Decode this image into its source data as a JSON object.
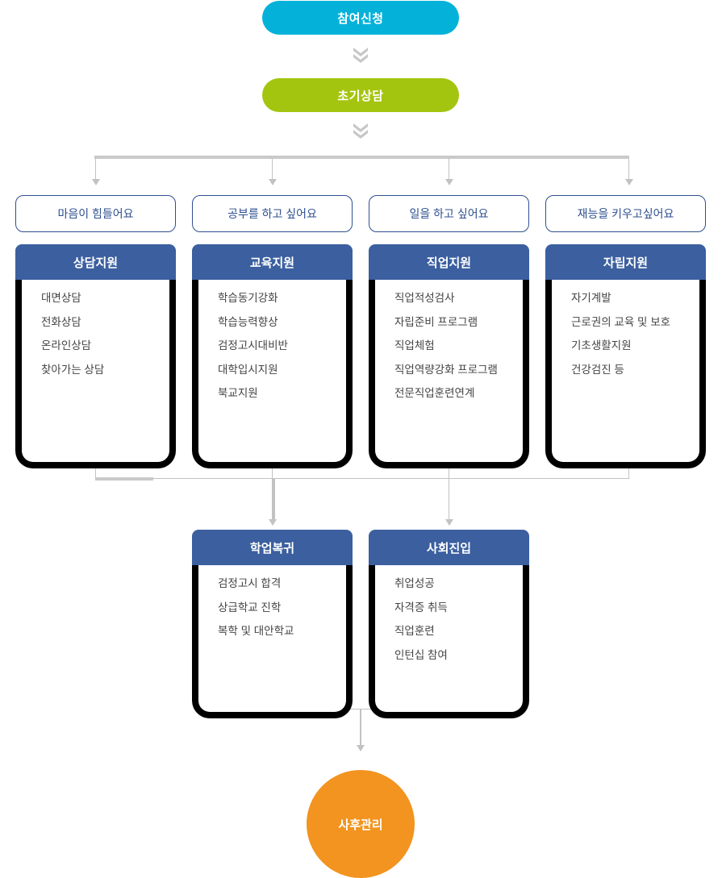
{
  "flow": {
    "entry_steps": [
      {
        "id": "apply",
        "label": "참여신청",
        "color": "#04b2d9"
      },
      {
        "id": "intake",
        "label": "초기상담",
        "color": "#a3c50f"
      }
    ],
    "choices": [
      {
        "id": "choice-emotional",
        "label": "마음이 힘들어요"
      },
      {
        "id": "choice-study",
        "label": "공부를 하고 싶어요"
      },
      {
        "id": "choice-work",
        "label": "일을 하고 싶어요"
      },
      {
        "id": "choice-talent",
        "label": "재능을 키우고싶어요"
      }
    ],
    "categories": [
      {
        "id": "counsel-support",
        "title": "상담지원",
        "items": [
          "대면상담",
          "전화상담",
          "온라인상담",
          "찾아가는 상담"
        ]
      },
      {
        "id": "education-support",
        "title": "교육지원",
        "items": [
          "학습동기강화",
          "학습능력향상",
          "검정고시대비반",
          "대학입시지원",
          "북교지원"
        ]
      },
      {
        "id": "job-support",
        "title": "직업지원",
        "items": [
          "직업적성검사",
          "자립준비 프로그램",
          "직업체험",
          "직업역량강화 프로그램",
          "전문직업훈련연계"
        ]
      },
      {
        "id": "independence-support",
        "title": "자립지원",
        "items": [
          "자기계발",
          "근로권의 교육 및 보호",
          "기초생활지원",
          "건강검진 등"
        ]
      }
    ],
    "outcomes": [
      {
        "id": "return-to-school",
        "title": "학업복귀",
        "items": [
          "검정고시 합격",
          "상급학교 진학",
          "복학 및 대안학교"
        ]
      },
      {
        "id": "social-entry",
        "title": "사회진입",
        "items": [
          "취업성공",
          "자격증 취득",
          "직업훈련",
          "인턴십 참여"
        ]
      }
    ],
    "final_step": {
      "id": "followup",
      "label": "사후관리",
      "color": "#f2941f"
    }
  },
  "theme": {
    "cyan": "#04b2d9",
    "green": "#a3c50f",
    "blue": "#3b5f9f",
    "orange": "#f2941f",
    "connector": "#c2c2c2",
    "choice_border": "#2e4f8f",
    "card_outline": "#000000"
  },
  "icons": {
    "chevron_double_down": "chevron-double-down-icon",
    "arrow_down": "arrow-down-icon"
  }
}
